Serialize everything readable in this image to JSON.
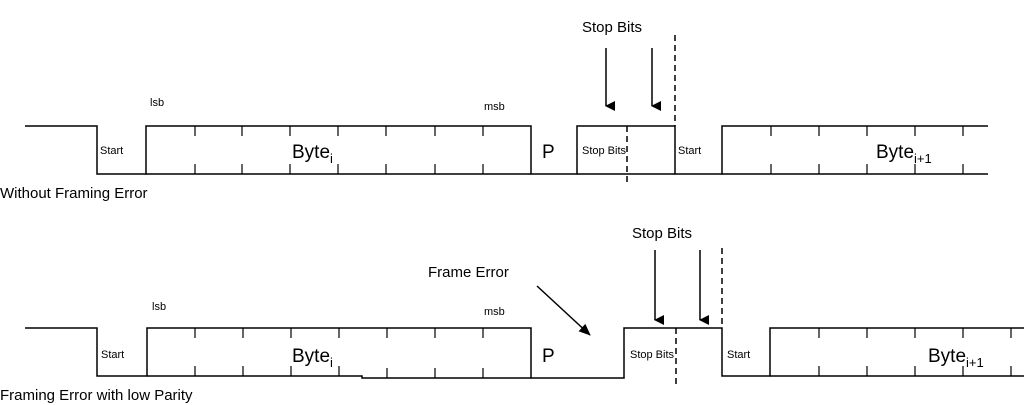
{
  "top": {
    "caption": "Without Framing Error",
    "stop_bits_label": "Stop Bits",
    "lsb": "lsb",
    "msb": "msb",
    "start": "Start",
    "byte": "Byte",
    "byte_sub": "i",
    "parity": "P",
    "stop_bits_inline": "Stop Bits",
    "start2": "Start",
    "byte_next": "Byte",
    "byte_next_sub": "i+1"
  },
  "bottom": {
    "caption": "Framing Error with low Parity",
    "stop_bits_label": "Stop Bits",
    "frame_error": "Frame Error",
    "lsb": "lsb",
    "msb": "msb",
    "start": "Start",
    "byte": "Byte",
    "byte_sub": "i",
    "parity": "P",
    "stop_bits_inline": "Stop Bits",
    "start2": "Start",
    "byte_next": "Byte",
    "byte_next_sub": "i+1"
  }
}
